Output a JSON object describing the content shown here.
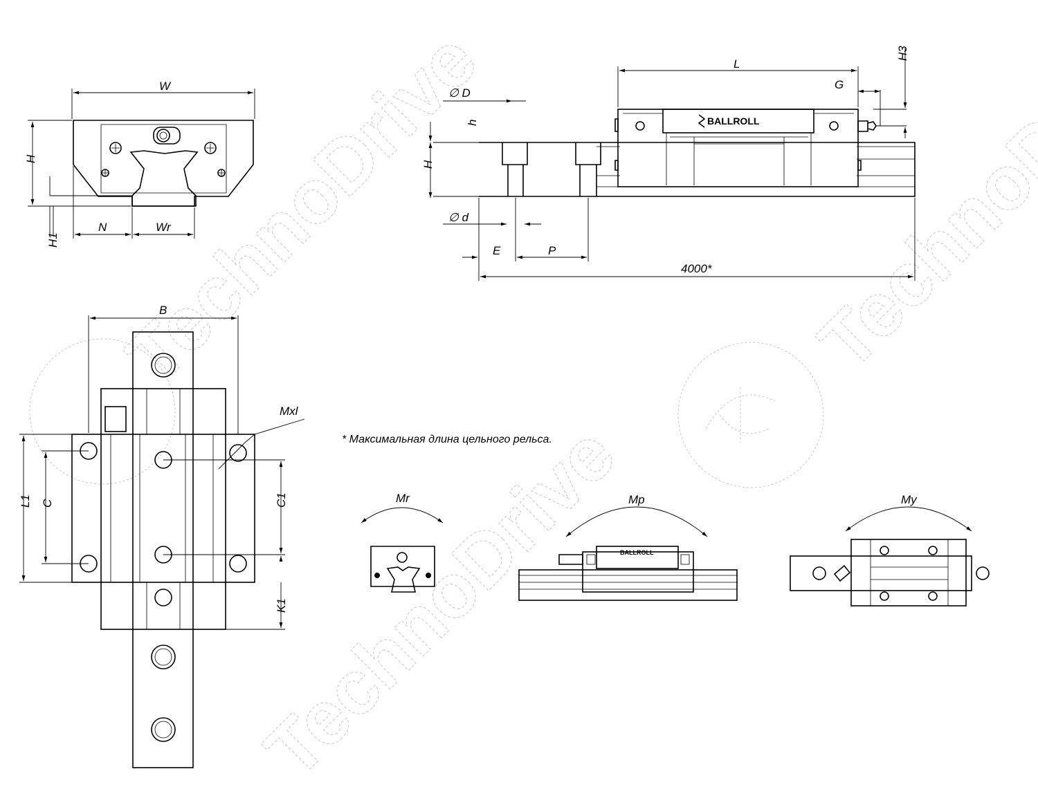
{
  "watermark": {
    "text": "TechnoDrive"
  },
  "brand": "BALLROLL",
  "labels": {
    "W": "W",
    "H": "H",
    "H1": "H1",
    "N": "N",
    "Wr": "Wr",
    "L": "L",
    "G": "G",
    "H3": "H3",
    "phiD": "∅ D",
    "h": "h",
    "Hrail": "H",
    "phid": "∅ d",
    "E": "E",
    "P": "P",
    "len": "4000*",
    "B": "B",
    "Mxl": "Mxl",
    "L1": "L1",
    "C": "C",
    "C1": "C1",
    "K1": "K1",
    "Mr": "Mr",
    "Mp": "Mp",
    "My": "My"
  },
  "note": "* Максимальная длина цельного рельса.",
  "colors": {
    "line": "#000000",
    "watermark": "#c8c8c8"
  }
}
